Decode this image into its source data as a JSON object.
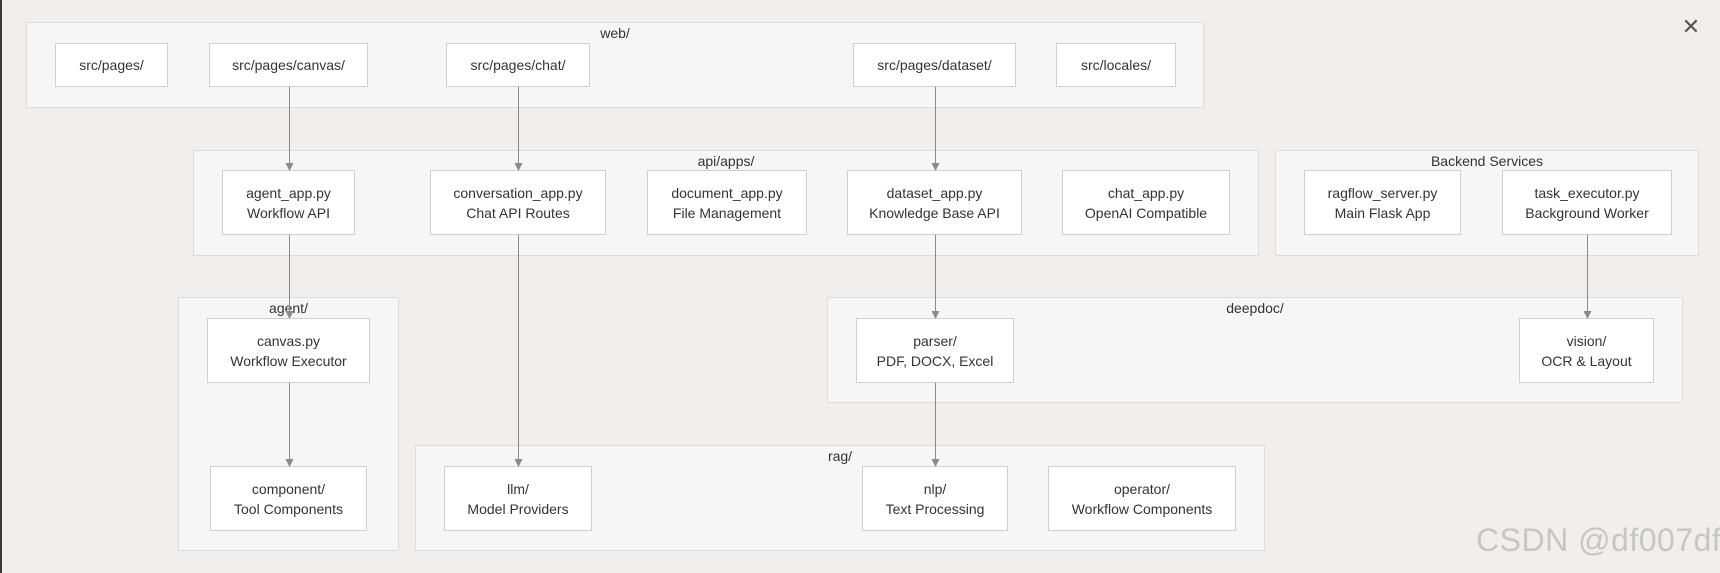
{
  "close_icon_glyph": "✕",
  "watermark": "CSDN @df007df",
  "groups": {
    "web": "web/",
    "api": "api/apps/",
    "backend": "Backend Services",
    "agent": "agent/",
    "deepdoc": "deepdoc/",
    "rag": "rag/"
  },
  "nodes": {
    "src_pages": [
      "src/pages/"
    ],
    "src_canvas": [
      "src/pages/canvas/"
    ],
    "src_chat": [
      "src/pages/chat/"
    ],
    "src_dataset": [
      "src/pages/dataset/"
    ],
    "src_locales": [
      "src/locales/"
    ],
    "agent_app": [
      "agent_app.py",
      "Workflow API"
    ],
    "conversation_app": [
      "conversation_app.py",
      "Chat API Routes"
    ],
    "document_app": [
      "document_app.py",
      "File Management"
    ],
    "dataset_app": [
      "dataset_app.py",
      "Knowledge Base API"
    ],
    "chat_app": [
      "chat_app.py",
      "OpenAI Compatible"
    ],
    "ragflow_server": [
      "ragflow_server.py",
      "Main Flask App"
    ],
    "task_executor": [
      "task_executor.py",
      "Background Worker"
    ],
    "canvas": [
      "canvas.py",
      "Workflow Executor"
    ],
    "component": [
      "component/",
      "Tool Components"
    ],
    "parser": [
      "parser/",
      "PDF, DOCX, Excel"
    ],
    "vision": [
      "vision/",
      "OCR & Layout"
    ],
    "llm": [
      "llm/",
      "Model Providers"
    ],
    "nlp": [
      "nlp/",
      "Text Processing"
    ],
    "operator": [
      "operator/",
      "Workflow Components"
    ]
  },
  "edges": [
    [
      "src_canvas",
      "agent_app"
    ],
    [
      "src_chat",
      "conversation_app"
    ],
    [
      "src_dataset",
      "dataset_app"
    ],
    [
      "agent_app",
      "canvas"
    ],
    [
      "canvas",
      "component"
    ],
    [
      "conversation_app",
      "llm"
    ],
    [
      "dataset_app",
      "parser"
    ],
    [
      "parser",
      "nlp"
    ],
    [
      "task_executor",
      "vision"
    ]
  ]
}
